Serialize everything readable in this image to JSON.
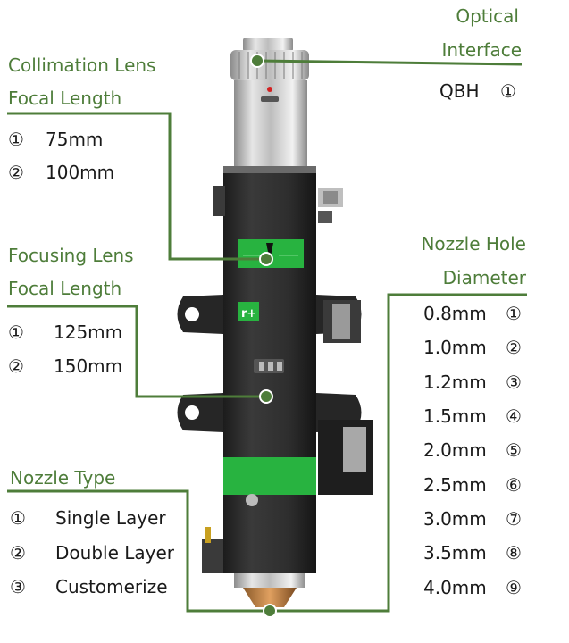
{
  "colors": {
    "accent_green": "#4e7d3a",
    "body_dark": "#2a2a2a",
    "highlight_green": "#28b340",
    "text": "#1a1a1a"
  },
  "optical": {
    "title_line1": "Optical",
    "title_line2": "Interface",
    "item_name": "QBH",
    "item_num": "①"
  },
  "collimation": {
    "title_line1": "Collimation Lens",
    "title_line2": "Focal Length",
    "items": [
      {
        "num": "①",
        "text": "75mm"
      },
      {
        "num": "②",
        "text": "100mm"
      }
    ]
  },
  "focusing": {
    "title_line1": "Focusing Lens",
    "title_line2": "Focal Length",
    "items": [
      {
        "num": "①",
        "text": "125mm"
      },
      {
        "num": "②",
        "text": "150mm"
      }
    ]
  },
  "nozzle_hole": {
    "title_line1": "Nozzle Hole",
    "title_line2": "Diameter",
    "items": [
      {
        "text": "0.8mm",
        "num": "①"
      },
      {
        "text": "1.0mm",
        "num": "②"
      },
      {
        "text": "1.2mm",
        "num": "③"
      },
      {
        "text": "1.5mm",
        "num": "④"
      },
      {
        "text": "2.0mm",
        "num": "⑤"
      },
      {
        "text": "2.5mm",
        "num": "⑥"
      },
      {
        "text": "3.0mm",
        "num": "⑦"
      },
      {
        "text": "3.5mm",
        "num": "⑧"
      },
      {
        "text": "4.0mm",
        "num": "⑨"
      }
    ]
  },
  "nozzle_type": {
    "title": "Nozzle Type",
    "items": [
      {
        "num": "①",
        "text": "Single Layer"
      },
      {
        "num": "②",
        "text": "Double Layer"
      },
      {
        "num": "③",
        "text": "Customerize"
      }
    ]
  }
}
